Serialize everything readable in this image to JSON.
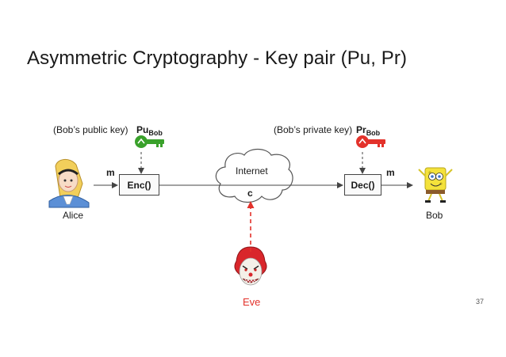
{
  "slide": {
    "title": "Asymmetric Cryptography - Key pair (Pu, Pr)",
    "page_number": "37"
  },
  "public_key": {
    "note": "(Bob’s public key)",
    "label_main": "Pu",
    "label_sub": "Bob",
    "color": "#3aa12b"
  },
  "private_key": {
    "note": "(Bob’s private key)",
    "label_main": "Pr",
    "label_sub": "Bob",
    "color": "#e3322b"
  },
  "encrypt": {
    "label": "Enc()"
  },
  "decrypt": {
    "label": "Dec()"
  },
  "network": {
    "label": "Internet",
    "ciphertext": "c"
  },
  "plaintext": {
    "left_label": "m",
    "right_label": "m"
  },
  "parties": {
    "sender": "Alice",
    "receiver": "Bob",
    "attacker": "Eve"
  },
  "colors": {
    "attacker_arrow": "#e3322b",
    "line": "#444444"
  }
}
